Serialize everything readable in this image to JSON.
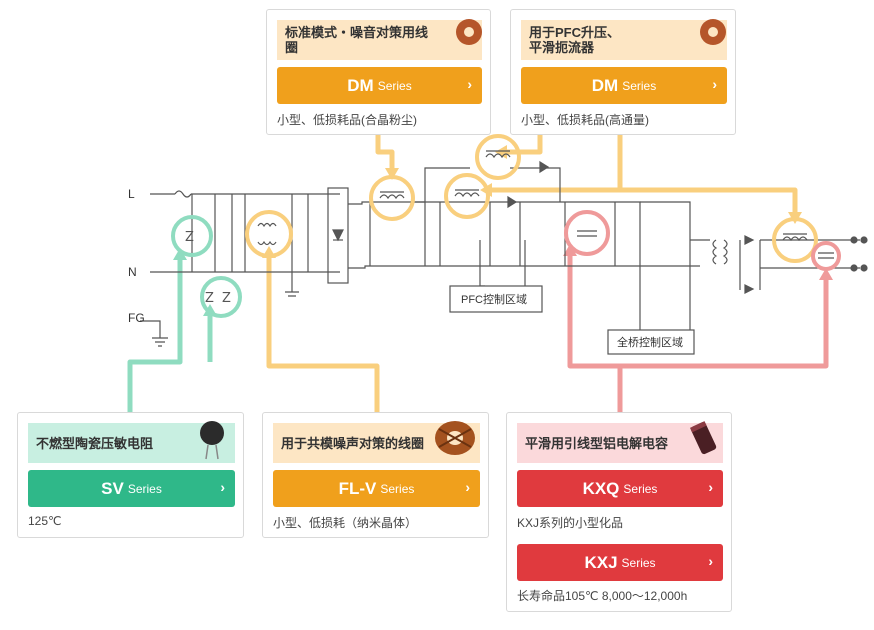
{
  "colors": {
    "orange": "#f0a01c",
    "orange_light": "#fde6c4",
    "green": "#2fb889",
    "green_light": "#c8efe1",
    "red": "#e03a3e",
    "red_light": "#fbd9db",
    "callout_orange": "#f9cf7e",
    "callout_green": "#8fdcc0",
    "callout_red": "#ef9a9a"
  },
  "diagram": {
    "terminals": {
      "line": "L",
      "neutral": "N",
      "ground": "FG"
    },
    "pfc_label": "PFC控制区域",
    "bridge_label": "全桥控制区域"
  },
  "cards": {
    "dm_noise": {
      "title": "标准模式・噪音对策用线圈",
      "button_name": "DM",
      "button_suffix": "Series",
      "desc": "小型、低损耗品(合晶粉尘)",
      "image_icon": "toroid-coil-icon"
    },
    "dm_pfc": {
      "title": "用于PFC升压、平滑扼流器",
      "button_name": "DM",
      "button_suffix": "Series",
      "desc": "小型、低损耗品(高通量)",
      "image_icon": "toroid-coil-icon"
    },
    "sv": {
      "title": "不燃型陶瓷压敏电阻",
      "button_name": "SV",
      "button_suffix": "Series",
      "desc": "125℃",
      "image_icon": "varistor-icon"
    },
    "flv": {
      "title": "用于共模噪声对策的线圈",
      "button_name": "FL-V",
      "button_suffix": "Series",
      "desc": "小型、低损耗（纳米晶体）",
      "image_icon": "common-mode-choke-icon"
    },
    "kx": {
      "title": "平滑用引线型铝电解电容",
      "image_icon": "capacitor-icon",
      "kxq": {
        "button_name": "KXQ",
        "button_suffix": "Series",
        "desc": "KXJ系列的小型化品"
      },
      "kxj": {
        "button_name": "KXJ",
        "button_suffix": "Series",
        "desc": "长寿命品105℃ 8,000～12,000h"
      }
    }
  },
  "chevron": "›"
}
